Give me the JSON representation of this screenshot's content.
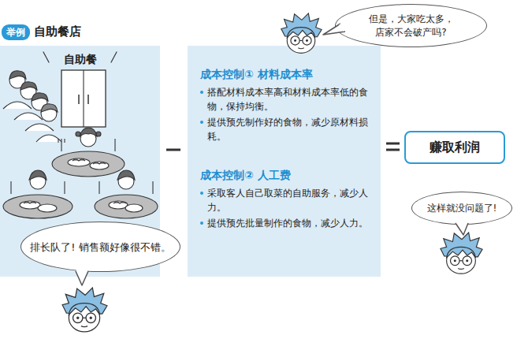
{
  "diagram": {
    "title": "自助餐店",
    "nodes": [
      {
        "text": [
          "举例"
        ]
      },
      {
        "text": [
          "但是，大家吃太多， 店家不会破产吗?"
        ]
      },
      {
        "text": [
          "自助餐"
        ]
      },
      {
        "text": [
          "排长队了! 销售额好像很不错。"
        ]
      },
      {
        "text": [
          "成本控制① 材料成本率",
          "搭配材料成本率高和材料成本率低的食物，保持均衡。",
          "提供预先制作好的食物，减少原材料损耗。",
          "成本控制② 人工费",
          "采取客人自己取菜的自助服务，减少人力。",
          "提供预先批量制作的食物，减少人力。"
        ]
      },
      {
        "text": [
          "赚取利润"
        ]
      },
      {
        "text": [
          "这样就没问题了!"
        ]
      }
    ]
  }
}
